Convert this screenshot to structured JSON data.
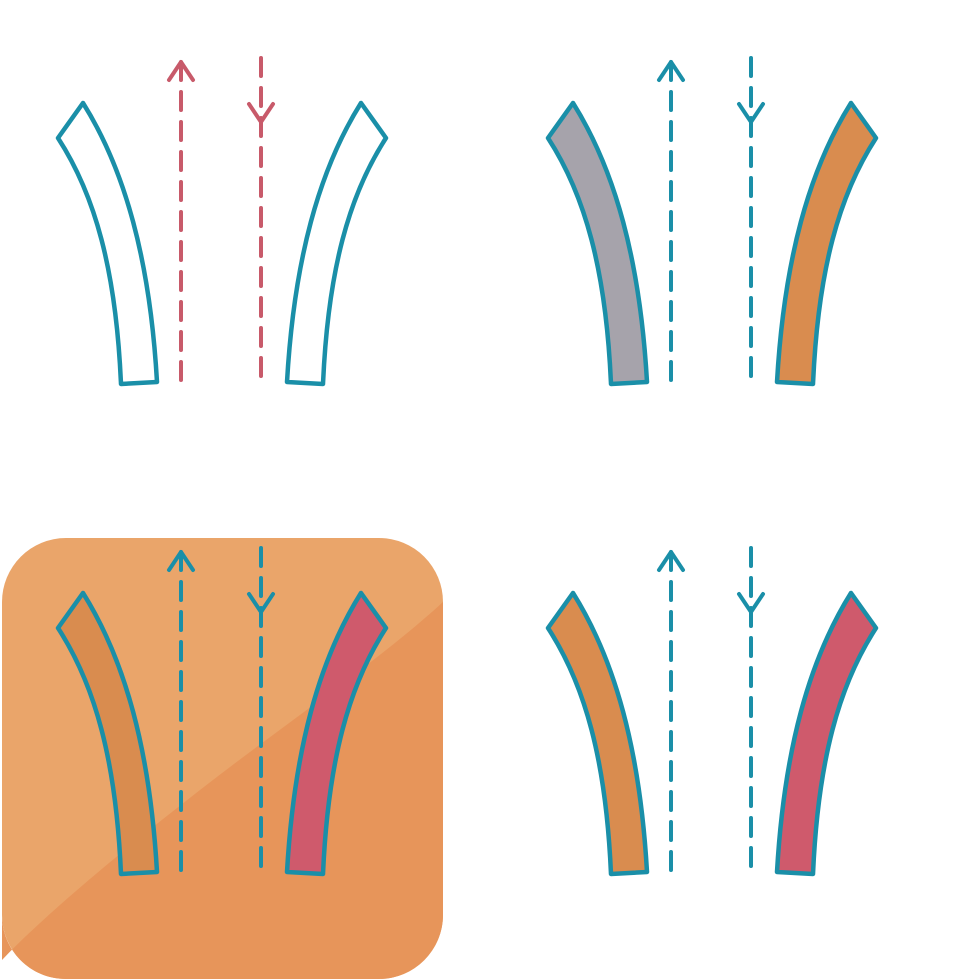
{
  "icons": [
    {
      "style": "outline",
      "stroke": "#1a8fa8",
      "arrow_color": "#c85a6a",
      "left_fill": "#ffffff",
      "right_fill": "#ffffff",
      "background": null
    },
    {
      "style": "color-fill",
      "stroke": "#1a8fa8",
      "arrow_color": "#1a8fa8",
      "left_fill": "#a6a3ab",
      "right_fill": "#d98c4f",
      "background": null
    },
    {
      "style": "rounded-square-badge",
      "stroke": "#1a8fa8",
      "arrow_color": "#1a8fa8",
      "left_fill": "#d98c4f",
      "right_fill": "#cf5a6c",
      "background": "#eaa56a",
      "background_shade": "#e7955a"
    },
    {
      "style": "color-fill",
      "stroke": "#1a8fa8",
      "arrow_color": "#1a8fa8",
      "left_fill": "#d98c4f",
      "right_fill": "#cf5a6c",
      "background": null
    }
  ]
}
